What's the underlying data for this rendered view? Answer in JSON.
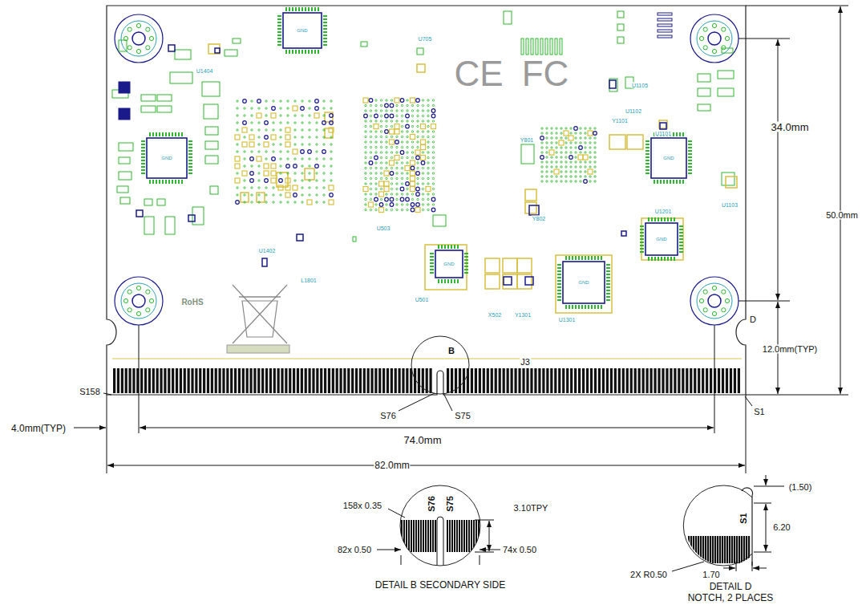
{
  "diagram": {
    "labels": [
      "U705",
      "U1404",
      "U1105",
      "U1102",
      "Y1101",
      "U1101",
      "Y801",
      "Y802",
      "U1201",
      "U1103",
      "U503",
      "U1402",
      "L1801",
      "U501",
      "X502",
      "Y1301",
      "U1301",
      "GND",
      "GND",
      "GND",
      "GND",
      "GND",
      "GND",
      "RoHS",
      "CE",
      "FC",
      "J3",
      "B",
      "D",
      "34.0mm",
      "50.0mm",
      "12.0mm(TYP)",
      "S158",
      "S76",
      "S75",
      "S1",
      "4.0mm(TYP)",
      "74.0mm",
      "82.0mm",
      "158x 0.35",
      "S76",
      "S75",
      "3.10TPY",
      "82x 0.50",
      "74x 0.50",
      "DETAIL B SECONDARY SIDE",
      "(1.50)",
      "S1",
      "6.20",
      "2X R0.50",
      "1.70",
      "DETAIL D",
      "NOTCH, 2 PLACES"
    ]
  }
}
